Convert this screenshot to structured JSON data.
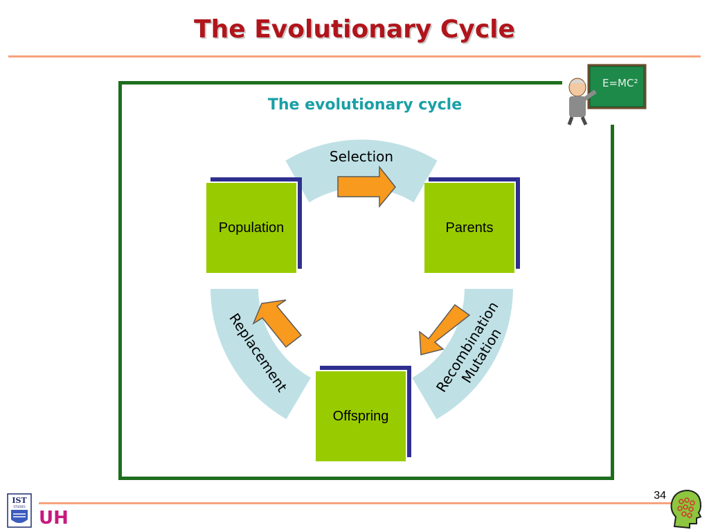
{
  "slide": {
    "title": "The Evolutionary Cycle",
    "page_number": "34"
  },
  "diagram": {
    "title": "The evolutionary cycle",
    "stages": {
      "population": "Population",
      "parents": "Parents",
      "offspring": "Offspring"
    },
    "operators": {
      "selection": "Selection",
      "recombination": "Recombination",
      "mutation": "Mutation",
      "replacement": "Replacement"
    }
  },
  "logos": {
    "ist": "IST",
    "ist_sub": "STUDIES",
    "uh": "UH",
    "clipart_formula": "E=MC²"
  },
  "colors": {
    "title": "#b0151b",
    "diagram_title": "#1a9fa6",
    "frame": "#1e6e1e",
    "stage_fill": "#99cc00",
    "stage_shadow": "#2f2f8f",
    "arc_fill": "#bfe1e6",
    "arrow_fill": "#f79a1d",
    "rule": "#f6a37c"
  }
}
